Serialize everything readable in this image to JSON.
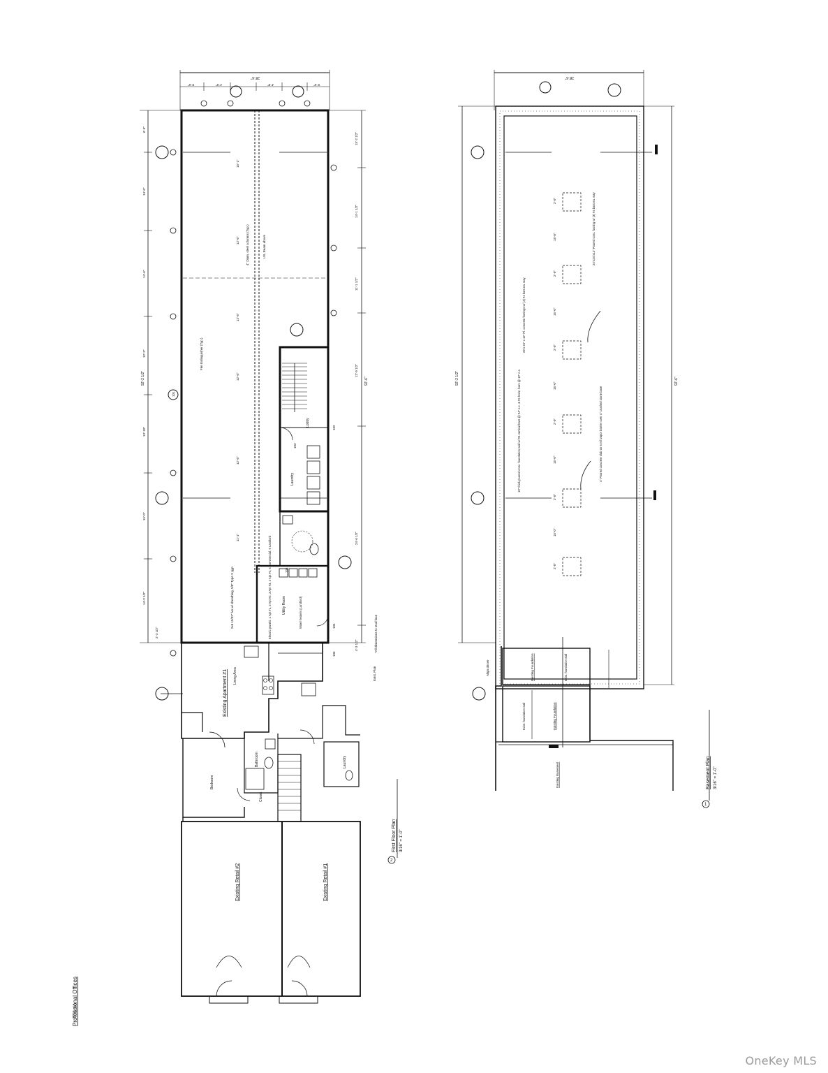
{
  "first_floor": {
    "title": "First Floor Plan",
    "scale": "3/16\" = 1'-0\"",
    "view_number": "2",
    "rooms": {
      "professional_offices": "Professional Offices",
      "professional_offices_area": "1711 s.f.",
      "laundry": "Laundry",
      "lobby": "Lobby",
      "utility_room": "Utility Room",
      "existing_apartment": "Existing Apartment #1",
      "living_area": "Living Area",
      "bedroom": "Bedroom",
      "bathroom": "Bathroom",
      "closet": "Closet",
      "laundry_2": "Laundry",
      "existing_retail_2": "Existing Retail #2",
      "existing_retail_1": "Existing Retail #1"
    },
    "notes": {
      "beam": "4\" Diam. steel columns (Typ.)",
      "lvl_beam": "LVL Beam above",
      "sprinkler": "Fire Extinguisher (Typ.)",
      "wall_note": "2x6 15/32\" lvs w/ sheathing, 5/8\" Type X gyp.",
      "all_dims": "*All dimensions to stud face",
      "exist_plan": "Exist. Plan",
      "electric": "Electric panels: 1 Apt #1, 2 Apt #2, 3 Apt #3, 4 Apt #4, 5 Commercial, 6 Landlord",
      "water_heaters": "Water heaters (Landlord)"
    },
    "dims_top": [
      "28'-6\"",
      "5'-6\"",
      "4'-9\"",
      "4'-9\"",
      "5'-6\""
    ],
    "dims_left": [
      "6'-9\"",
      "14'-6\"",
      "14'-6\"",
      "12'-3\"",
      "13'-10\"",
      "15'-0\"",
      "14'-2 1/2\"",
      "2'-3 1/2\"",
      "92'-2 1/2\""
    ],
    "dims_right": [
      "15'-2 1/2\"",
      "14'-1 1/2\"",
      "11'-1 1/2\"",
      "12'-9 1/2\"",
      "24'-6 1/2\"",
      "4'-3 1/2\"",
      "92'-6\""
    ],
    "dims_mid": [
      "15'-1\"",
      "12'-6\"",
      "12'-6\"",
      "12'-6\"",
      "12'-6\"",
      "11'-1\""
    ],
    "tags": [
      "101",
      "102",
      "103",
      "104",
      "105",
      "106"
    ]
  },
  "basement": {
    "title": "Basement Plan",
    "scale": "3/16\" = 1'-0\"",
    "view_number": "1",
    "dims_top": [
      "28'-6\""
    ],
    "dims_left": [
      "92'-2 1/2\""
    ],
    "dims_right": [
      "92'-6\""
    ],
    "footings": [
      "2'-0\"",
      "15'-0\"",
      "2'-0\"",
      "15'-0\"",
      "2'-0\"",
      "15'-0\"",
      "2'-0\"",
      "15'-0\"",
      "2'-0\"",
      "15'-0\"",
      "2'-0\""
    ],
    "labels": {
      "exist_foundation_1": "Existing Foundation",
      "exist_foundation_2": "Existing Foundation",
      "exist_basement": "Existing Basement",
      "insulation_wall_1": "Exist. foundation wall",
      "insulation_wall_2": "Exist. foundation wall",
      "align_note": "Align above",
      "footing_note": "24\"x 24\" x 12\" Pl. concrete footings w/ (4) #4 bars ea. way",
      "slab_note": "4\" Poured concrete slab on 6 mil vapor barrier over 4\" crushed stone base",
      "wall_note": "10\" thick poured conc. foundation wall w/ #4 vertical bars @ 24\" o.c. & #4 horiz. bars @ 12\" o.c.",
      "column_note": "24\"x24\"x12\" Poured conc. footing w/ (3) #4 bars ea. way"
    }
  },
  "watermark": "OneKey MLS"
}
